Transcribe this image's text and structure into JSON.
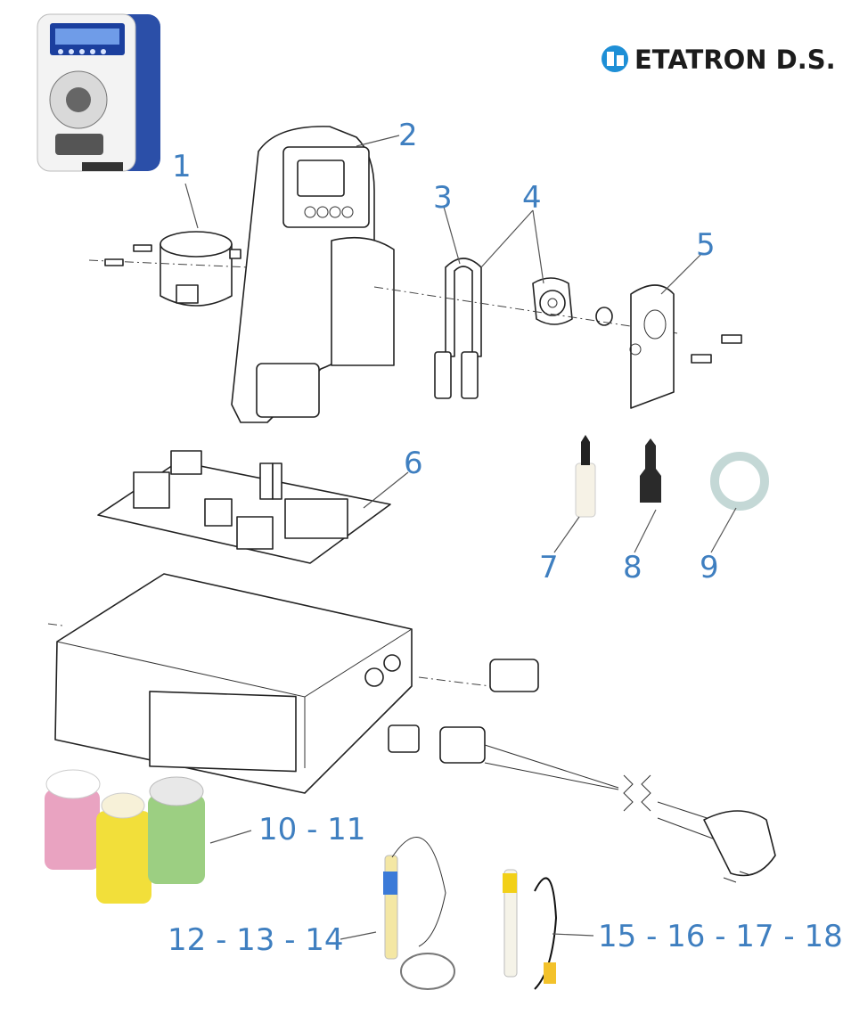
{
  "brand": {
    "name": "ETATRON D.S.",
    "accent": "#1e8fd6"
  },
  "callouts": {
    "c1": "1",
    "c2": "2",
    "c3": "3",
    "c4": "4",
    "c5": "5",
    "c6": "6",
    "c7": "7",
    "c8": "8",
    "c9": "9",
    "c10_11": "10 - 11",
    "c12_14": "12 - 13 - 14",
    "c15_18": "15 - 16 - 17 - 18"
  },
  "colors": {
    "callout": "#3f7fc0",
    "line": "#222222",
    "pump_body": "#2b4fa8",
    "bottle_pink": "#e9a3c1",
    "bottle_yellow": "#f2df3a",
    "bottle_green": "#9ccf82"
  },
  "icons": [
    "pump-photo",
    "etatron-logo-icon"
  ]
}
